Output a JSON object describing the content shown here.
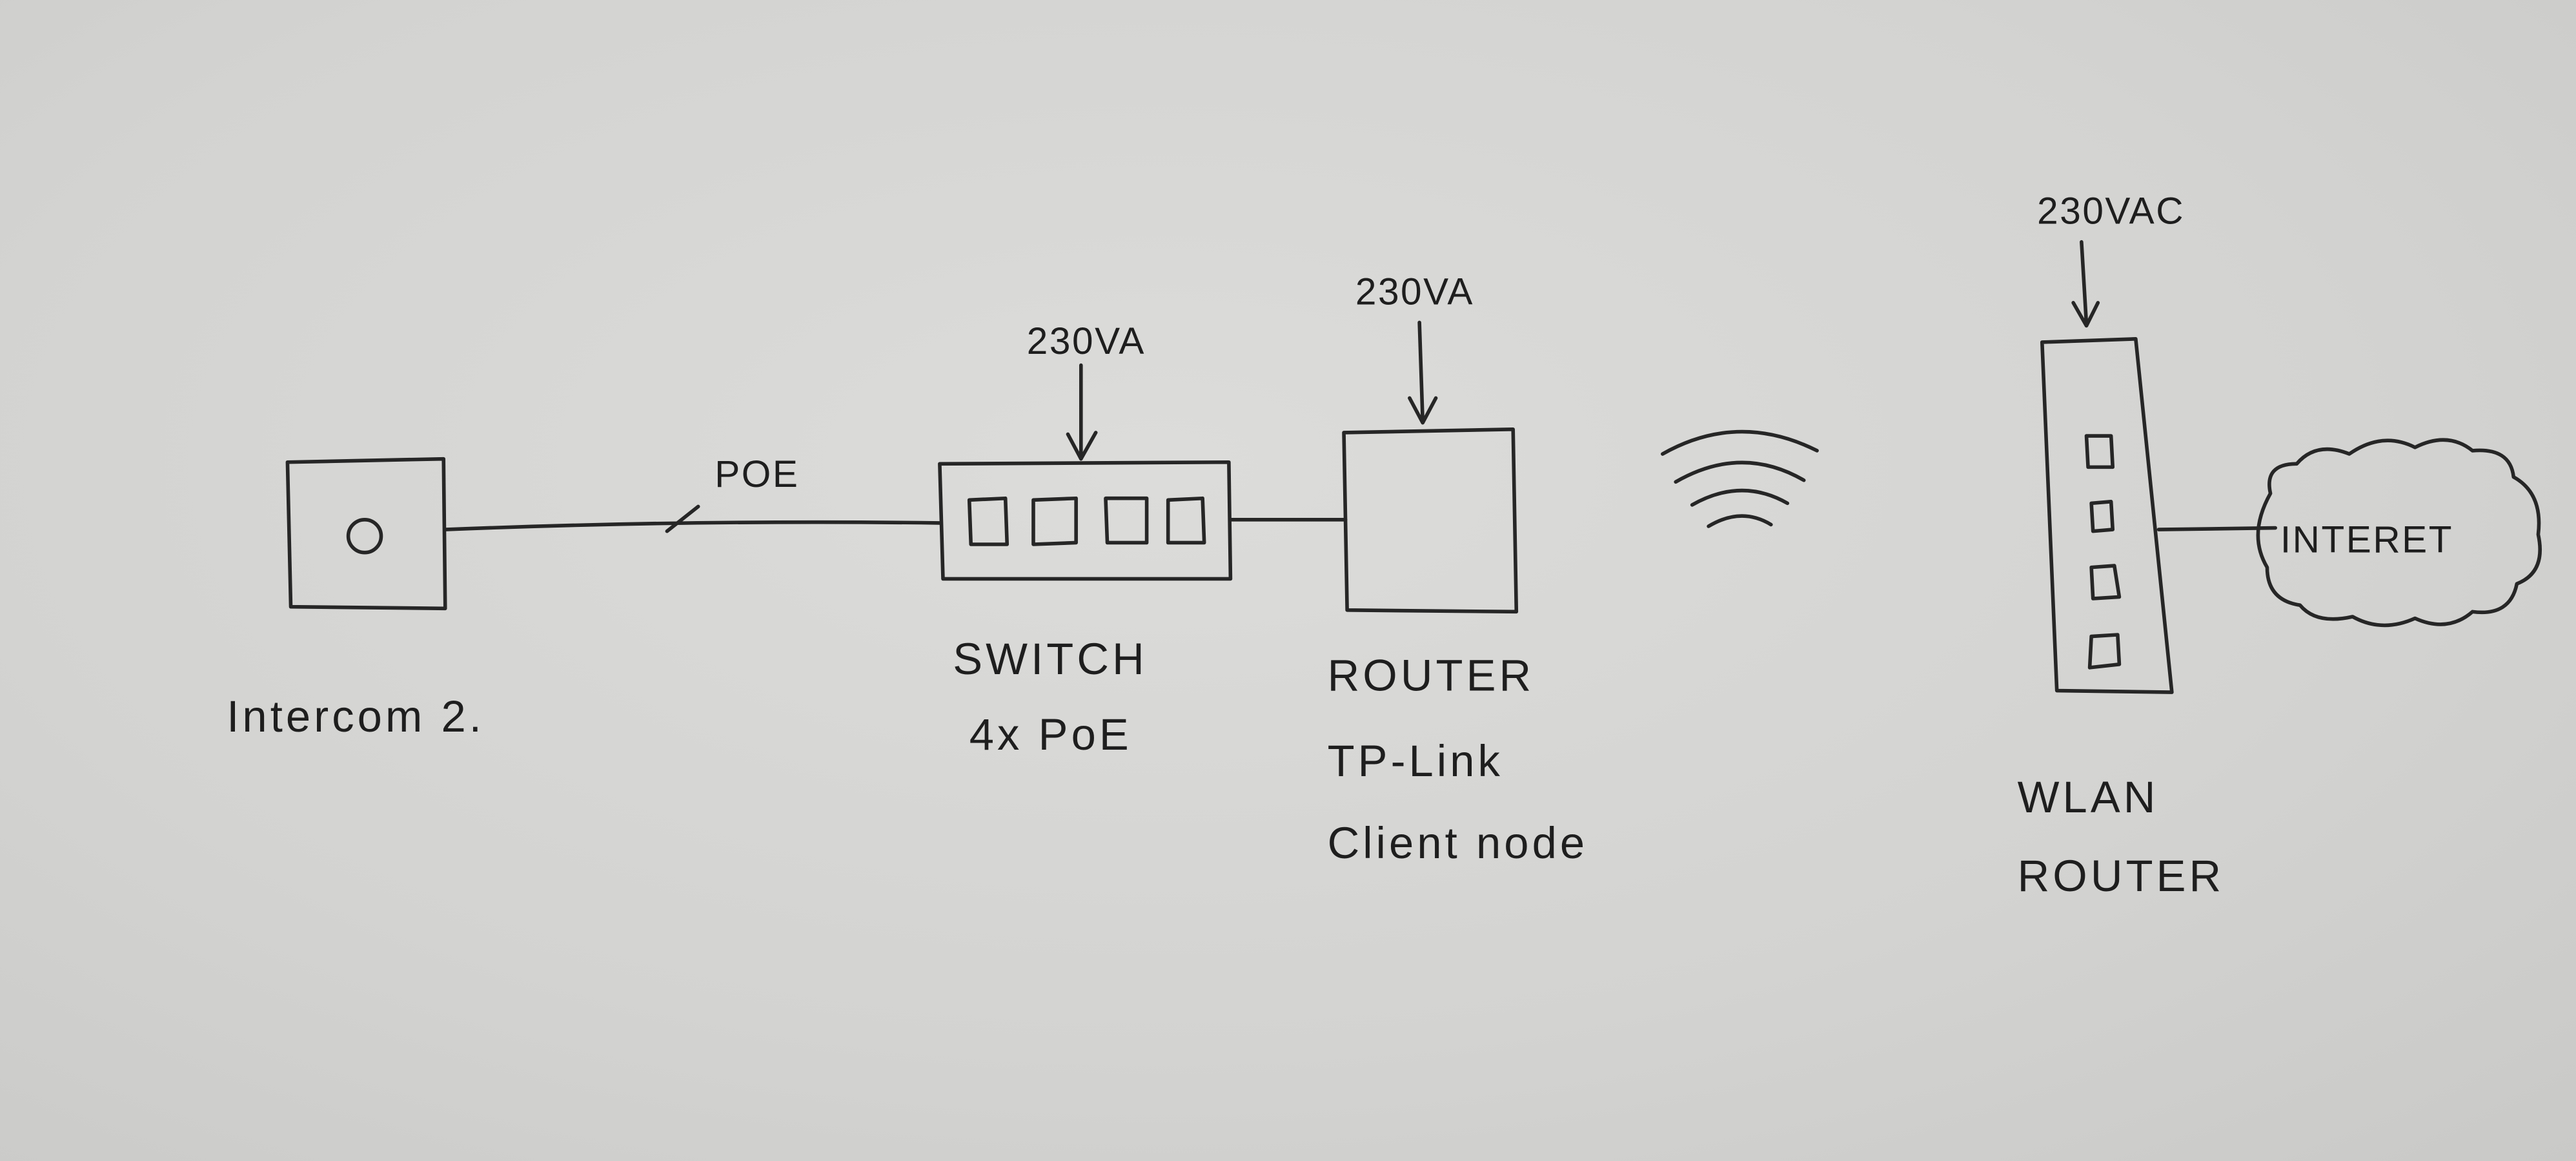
{
  "diagram": {
    "intercom": {
      "label": "Intercom 2."
    },
    "poe_link": {
      "label": "POE"
    },
    "switch": {
      "label_line1": "SWITCH",
      "label_line2": "4x PoE",
      "power": "230VA",
      "ports": 4
    },
    "router": {
      "label_line1": "ROUTER",
      "label_line2": "TP-Link",
      "label_line3": "Client node",
      "power": "230VA"
    },
    "wifi": {
      "icon": "wifi-icon"
    },
    "wlan_router": {
      "label_line1": "WLAN",
      "label_line2": "ROUTER",
      "power": "230VAC",
      "ports": 4
    },
    "internet": {
      "label": "INTERET",
      "icon": "cloud-icon"
    },
    "colors": {
      "paper": "#d6d6d4",
      "ink": "#262626"
    }
  }
}
